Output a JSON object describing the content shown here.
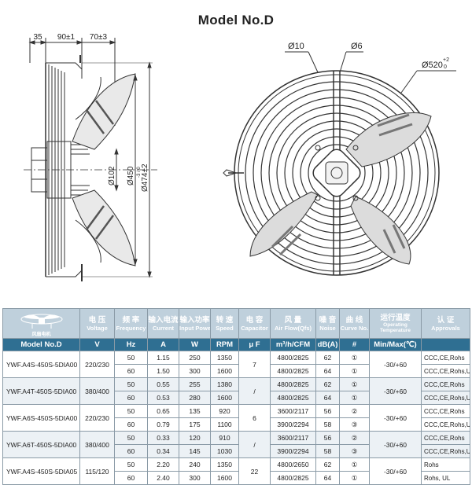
{
  "page": {
    "title": "Model No.D"
  },
  "side_view": {
    "dims": {
      "a": "35",
      "b": "90±1",
      "c": "70±3",
      "hub": "Ø102",
      "inner": "Ø450",
      "inner_tol": "-3 / 0",
      "outer": "Ø474±2"
    }
  },
  "front_view": {
    "dims": {
      "hole": "Ø10",
      "rod": "Ø6",
      "outer": "Ø520",
      "outer_tol_up": "+2",
      "outer_tol_down": "0"
    }
  },
  "table": {
    "logo_caption": "风扇电机",
    "headers": [
      {
        "zh": "电 压",
        "en": "Voltage"
      },
      {
        "zh": "频 率",
        "en": "Frequency"
      },
      {
        "zh": "输入电流",
        "en": "Current"
      },
      {
        "zh": "输入功率",
        "en": "Input Power"
      },
      {
        "zh": "转 速",
        "en": "Speed"
      },
      {
        "zh": "电 容",
        "en": "Capacitor"
      },
      {
        "zh": "风 量",
        "en": "Air Flow(Qfs)"
      },
      {
        "zh": "噪 音",
        "en": "Noise"
      },
      {
        "zh": "曲 线",
        "en": "Curve No."
      },
      {
        "zh": "运行温度",
        "en": "Operating Temperature"
      },
      {
        "zh": "认 证",
        "en": "Approvals"
      }
    ],
    "units": [
      "Model No.D",
      "V",
      "Hz",
      "A",
      "W",
      "RPM",
      "μ F",
      "m³/h/CFM",
      "dB(A)",
      "#",
      "Min/Max(℃)",
      ""
    ],
    "groups": [
      {
        "model": "YWF.A4S-450S-5DIA00",
        "voltage": "220/230",
        "capacitor": "7",
        "temp": "-30/+60",
        "rows": [
          {
            "hz": "50",
            "a": "1.15",
            "w": "250",
            "rpm": "1350",
            "air": "4800/2825",
            "noise": "62",
            "curve": "①",
            "appr": "CCC,CE,Rohs"
          },
          {
            "hz": "60",
            "a": "1.50",
            "w": "300",
            "rpm": "1600",
            "air": "4800/2825",
            "noise": "64",
            "curve": "①",
            "appr": "CCC,CE,Rohs,UL"
          }
        ]
      },
      {
        "model": "YWF.A4T-450S-5DIA00",
        "voltage": "380/400",
        "capacitor": "/",
        "temp": "-30/+60",
        "rows": [
          {
            "hz": "50",
            "a": "0.55",
            "w": "255",
            "rpm": "1380",
            "air": "4800/2825",
            "noise": "62",
            "curve": "①",
            "appr": "CCC,CE,Rohs"
          },
          {
            "hz": "60",
            "a": "0.53",
            "w": "280",
            "rpm": "1600",
            "air": "4800/2825",
            "noise": "64",
            "curve": "①",
            "appr": "CCC,CE,Rohs,UL"
          }
        ]
      },
      {
        "model": "YWF.A6S-450S-5DIA00",
        "voltage": "220/230",
        "capacitor": "6",
        "temp": "-30/+60",
        "rows": [
          {
            "hz": "50",
            "a": "0.65",
            "w": "135",
            "rpm": "920",
            "air": "3600/2117",
            "noise": "56",
            "curve": "②",
            "appr": "CCC,CE,Rohs"
          },
          {
            "hz": "60",
            "a": "0.79",
            "w": "175",
            "rpm": "1100",
            "air": "3900/2294",
            "noise": "58",
            "curve": "③",
            "appr": "CCC,CE,Rohs,UL"
          }
        ]
      },
      {
        "model": "YWF.A6T-450S-5DIA00",
        "voltage": "380/400",
        "capacitor": "/",
        "temp": "-30/+60",
        "rows": [
          {
            "hz": "50",
            "a": "0.33",
            "w": "120",
            "rpm": "910",
            "air": "3600/2117",
            "noise": "56",
            "curve": "②",
            "appr": "CCC,CE,Rohs"
          },
          {
            "hz": "60",
            "a": "0.34",
            "w": "145",
            "rpm": "1030",
            "air": "3900/2294",
            "noise": "58",
            "curve": "③",
            "appr": "CCC,CE,Rohs,UL"
          }
        ]
      },
      {
        "model": "YWF.A4S-450S-5DIA05",
        "voltage": "115/120",
        "capacitor": "22",
        "temp": "-30/+60",
        "rows": [
          {
            "hz": "50",
            "a": "2.20",
            "w": "240",
            "rpm": "1350",
            "air": "4800/2650",
            "noise": "62",
            "curve": "①",
            "appr": "Rohs"
          },
          {
            "hz": "60",
            "a": "2.40",
            "w": "300",
            "rpm": "1600",
            "air": "4800/2825",
            "noise": "64",
            "curve": "①",
            "appr": "Rohs, UL"
          }
        ]
      }
    ]
  }
}
